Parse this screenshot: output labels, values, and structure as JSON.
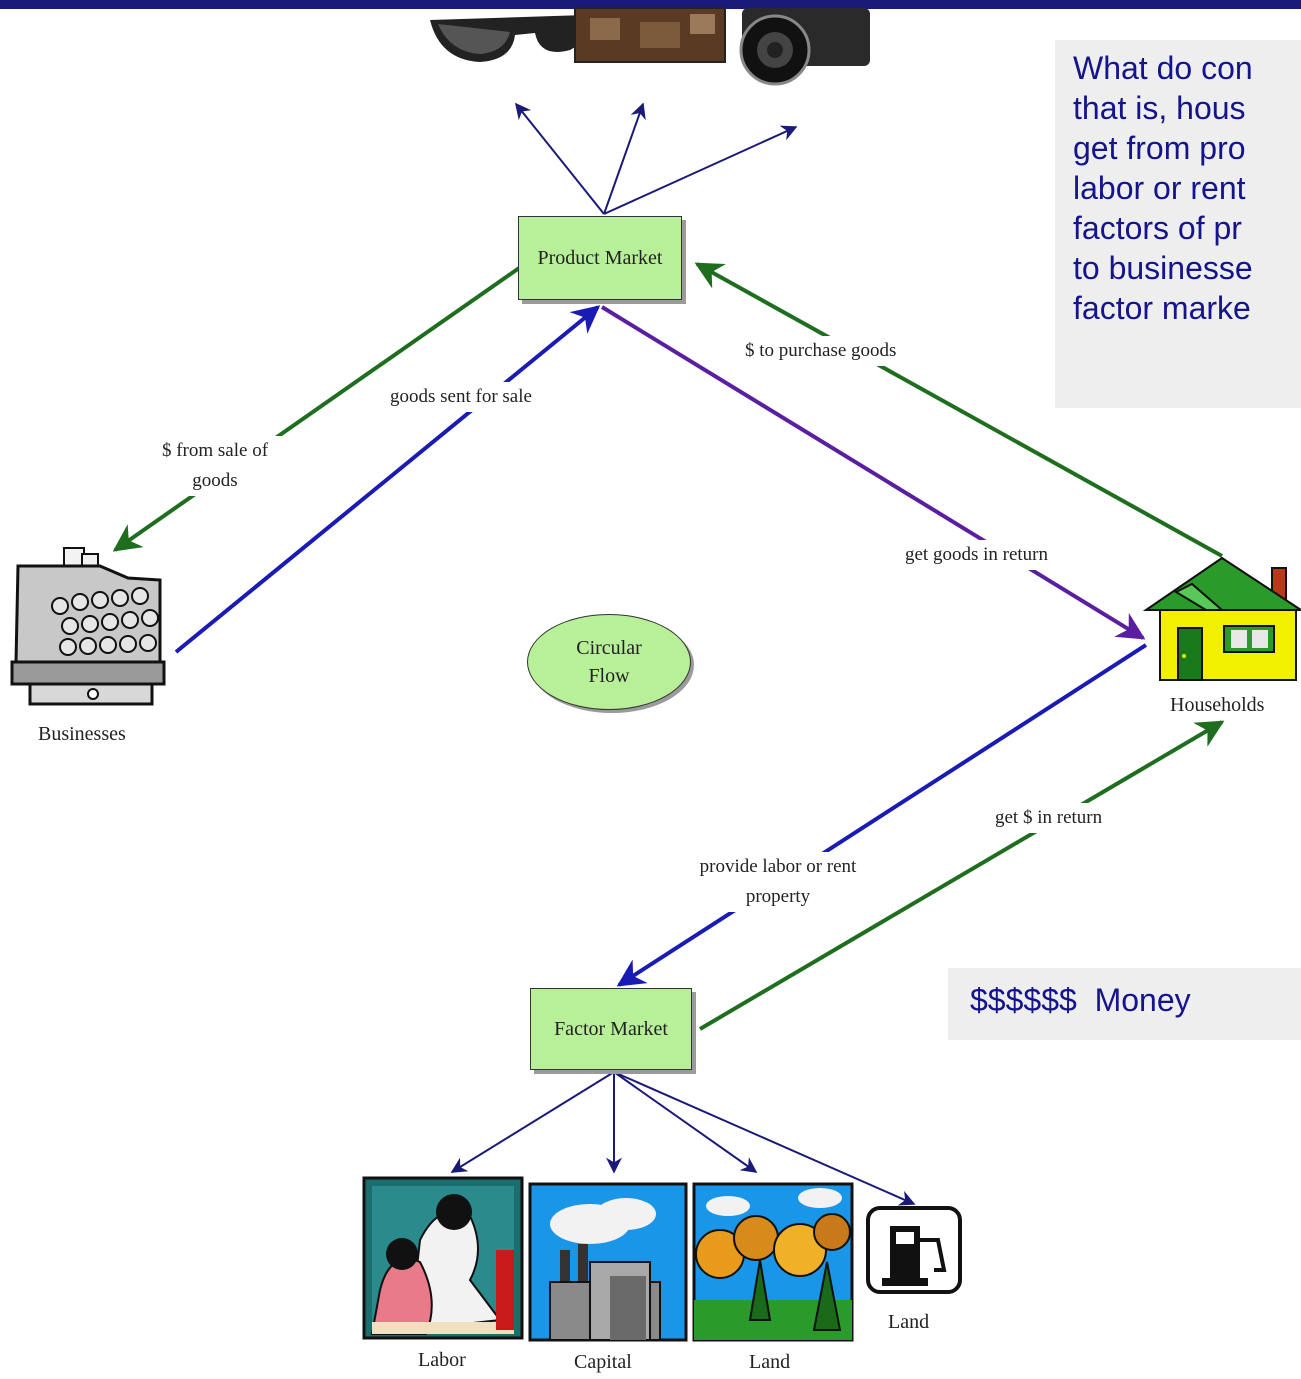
{
  "nodes": {
    "product_market": "Product Market",
    "factor_market": "Factor Market",
    "circular_flow": "Circular Flow"
  },
  "captions": {
    "businesses": "Businesses",
    "households": "Households",
    "labor": "Labor",
    "capital": "Capital",
    "land_trees": "Land",
    "land_pump": "Land"
  },
  "flows": {
    "from_sale": "$ from sale of goods",
    "goods_sent": "goods sent for sale",
    "to_purchase": "$ to purchase goods",
    "goods_return": "get goods in return",
    "provide_labor": "provide labor or rent  property",
    "money_return": "get $ in return"
  },
  "textbox_lines": [
    "What do con",
    "that is, hous",
    "get from pro",
    "labor or rent",
    "factors of pr",
    "to businesse",
    "factor marke"
  ],
  "money_legend": "$$$$$$  Money",
  "icons": [
    "sunglasses-icon",
    "suitcase-icon",
    "camera-icon",
    "cash-register-icon",
    "house-icon",
    "teacher-student-icon",
    "factory-icon",
    "forest-icon",
    "gas-pump-icon"
  ],
  "colors": {
    "money_flow": "#1f6e1f",
    "goods_flow": "#1a1ab4",
    "return_flow": "#5a1ea0",
    "node_fill": "#b8f09a",
    "text_blue": "#14148c",
    "topbar": "#1a1a78"
  }
}
